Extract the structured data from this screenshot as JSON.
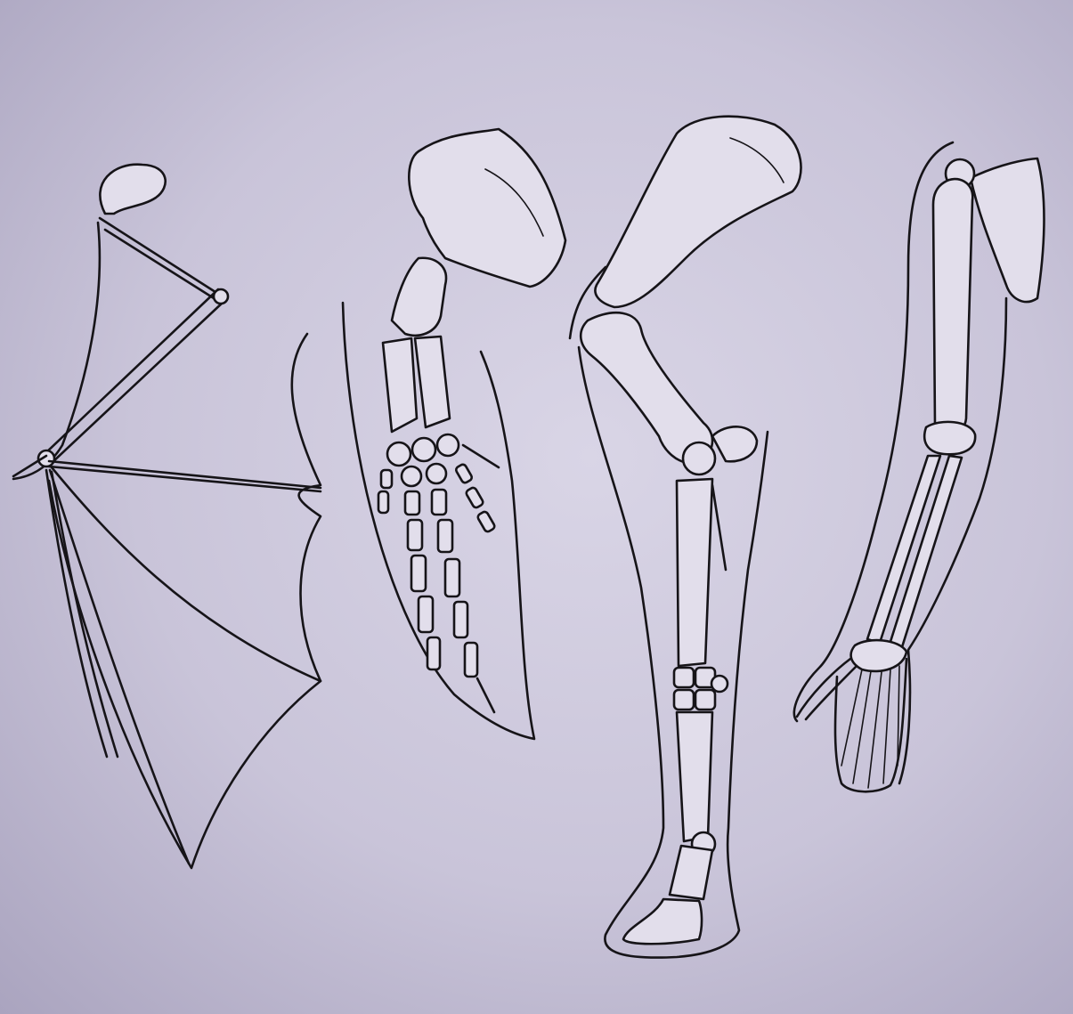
{
  "figure": {
    "limbs": [
      {
        "id": "bat-wing",
        "icon": "bat-wing-skeleton"
      },
      {
        "id": "whale-flipper",
        "icon": "flipper-skeleton"
      },
      {
        "id": "horse-leg",
        "icon": "horse-foreleg-skeleton"
      },
      {
        "id": "human-arm",
        "icon": "human-arm-skeleton"
      }
    ],
    "colors": {
      "background": "#cfcadd",
      "ink": "#161418",
      "bone": "#e2deeb"
    }
  }
}
